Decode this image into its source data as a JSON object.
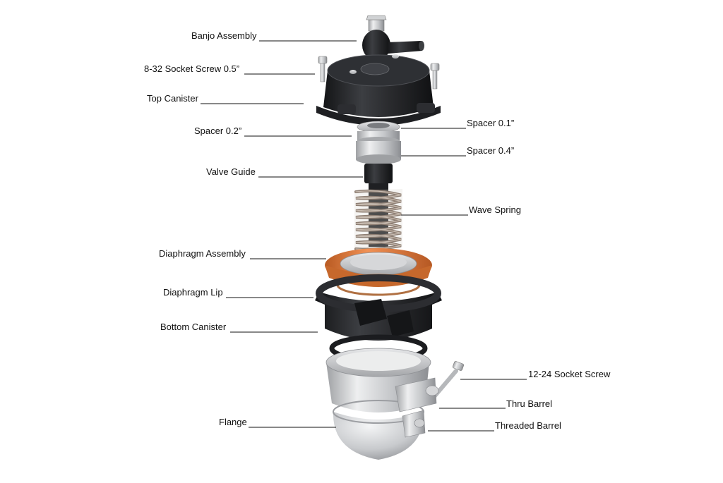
{
  "diagram": {
    "labels": {
      "banjo_assembly": "Banjo Assembly",
      "socket_screw_832": "8-32 Socket Screw 0.5”",
      "top_canister": "Top Canister",
      "spacer_02": "Spacer 0.2”",
      "spacer_01": "Spacer 0.1”",
      "spacer_04": "Spacer 0.4”",
      "valve_guide": "Valve Guide",
      "wave_spring": "Wave Spring",
      "diaphragm_assembly": "Diaphragm Assembly",
      "diaphragm_lip": "Diaphragm Lip",
      "bottom_canister": "Bottom Canister",
      "socket_screw_1224": "12-24 Socket Screw",
      "thru_barrel": "Thru Barrel",
      "flange": "Flange",
      "threaded_barrel": "Threaded Barrel"
    },
    "colors": {
      "canister_dark": "#2a2b2e",
      "aluminum": "#c9cacc",
      "diaphragm_orange": "#e07a3a",
      "spring": "#8d7e73",
      "label_text": "#111111"
    }
  }
}
